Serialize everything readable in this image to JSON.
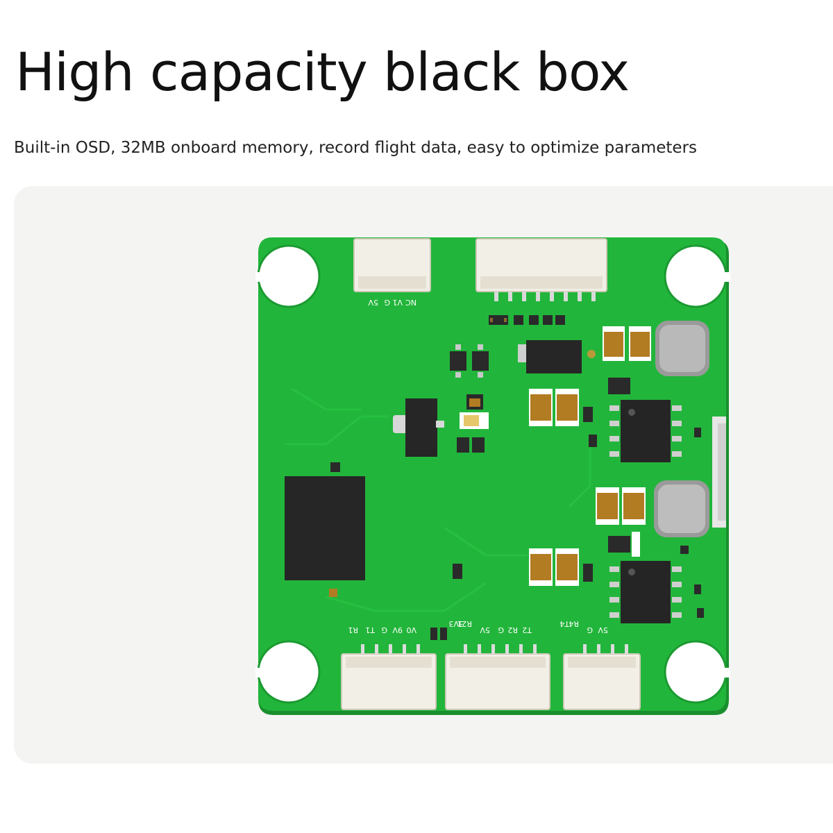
{
  "heading": {
    "title": "High capacity black box",
    "subtitle": "Built-in OSD, 32MB onboard memory, record flight data, easy to optimize parameters"
  },
  "board": {
    "pcb_color": "#22b53b",
    "top_left_connector_labels": [
      "5V",
      "G",
      "V1",
      "NC"
    ],
    "bottom_left_connector_labels": [
      "R1",
      "T1",
      "G",
      "9V",
      "V0"
    ],
    "bottom_middle_connector_labels": [
      "R21",
      "3V3",
      "5V",
      "G",
      "R2",
      "T2"
    ],
    "bottom_right_connector_labels": [
      "R4",
      "T4",
      "G",
      "5V"
    ]
  }
}
